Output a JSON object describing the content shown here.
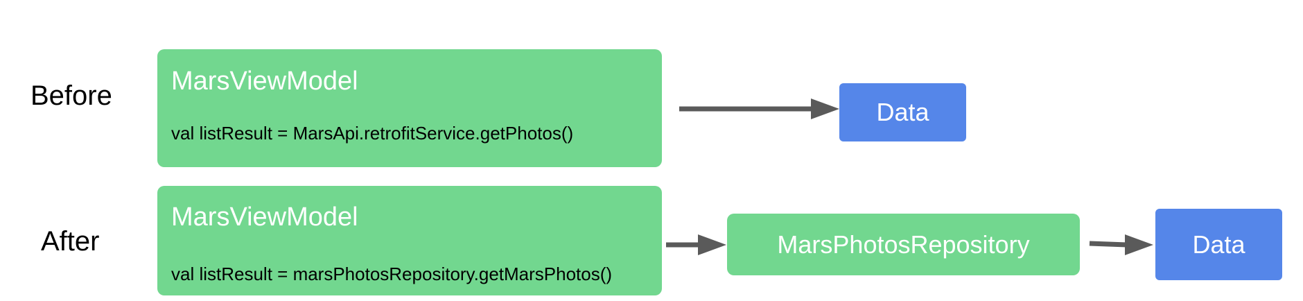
{
  "before": {
    "label": "Before",
    "viewmodel": {
      "title": "MarsViewModel",
      "code": "val listResult = MarsApi.retrofitService.getPhotos()"
    },
    "data": "Data"
  },
  "after": {
    "label": "After",
    "viewmodel": {
      "title": "MarsViewModel",
      "code": "val listResult = marsPhotosRepository.getMarsPhotos()"
    },
    "repository": "MarsPhotosRepository",
    "data": "Data"
  },
  "colors": {
    "component_green": "#72d78f",
    "data_blue": "#5586e9",
    "arrow_gray": "#5a5a5a"
  }
}
